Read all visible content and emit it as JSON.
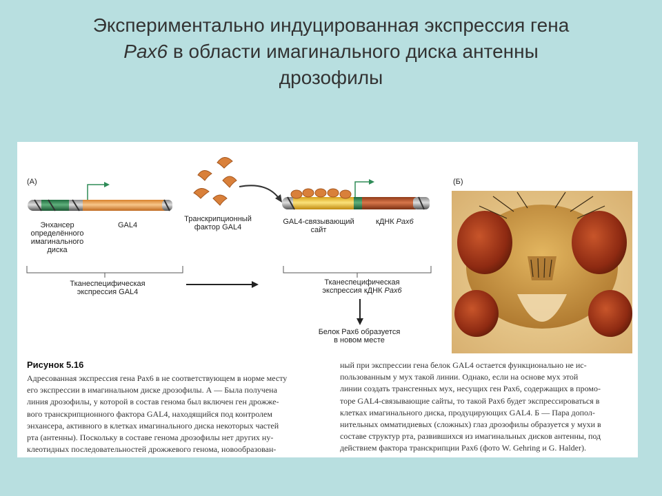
{
  "slide": {
    "title_line1": "Экспериментально индуцированная экспрессия гена",
    "title_line2_gene": "Pax6",
    "title_line2_rest": " в области имагинального диска антенны",
    "title_line3": "дрозофилы"
  },
  "figure": {
    "panel_a": "(А)",
    "panel_b": "(Б)",
    "enhancer_label_1": "Энхансер",
    "enhancer_label_2": "определённого",
    "enhancer_label_3": "имагинального",
    "enhancer_label_4": "диска",
    "gal4_label": "GAL4",
    "tf_label_1": "Транскрипционный",
    "tf_label_2": "фактор GAL4",
    "binding_site_1": "GAL4-связывающий",
    "binding_site_2": "сайт",
    "cdna_prefix": "кДНК ",
    "cdna_gene": "Pax6",
    "tissue_left_1": "Тканеспецифическая",
    "tissue_left_2": "экспрессия GAL4",
    "tissue_right_1": "Тканеспецифическая",
    "tissue_right_2_prefix": "экспрессия кДНК ",
    "tissue_right_2_gene": "Pax6",
    "protein_1": "Белок Pax6 образуется",
    "protein_2": "в новом месте"
  },
  "caption": {
    "heading": "Рисунок 5.16",
    "left_lines": [
      "Адресованная экспрессия гена Pax6 в не соответствующем в норме месту",
      "его экспрессии в имагинальном диске дрозофилы. А — Была получена",
      "линия дрозофилы, у которой в состав генома был включен ген дрожже-",
      "вого транскрипционного фактора GAL4, находящийся под контролем",
      "энхансера, активного в клетках имагинального диска некоторых частей",
      "рта (антенны). Поскольку в составе генома дрозофилы нет других ну-",
      "клеотидных последовательностей дрожжевого генома, новообразован-"
    ],
    "right_lines": [
      "ный при экспрессии гена белок GAL4 остается функционально не ис-",
      "пользованным у мух такой линии. Однако, если на основе мух этой",
      "линии создать трансгенных мух, несущих ген Pax6, содержащих в промо-",
      "торе GAL4-связывающие сайты, то такой Pax6 будет экспрессироваться в",
      "клетках имагинального диска, продуцирующих GAL4. Б — Пара допол-",
      "нительных омматидиевых (сложных) глаз дрозофилы образуется у мухи в",
      "составе структур рта, развившихся из имагинальных дисков антенны, под",
      "действием фактора транскрипции Pax6 (фото W. Gehring и G. Halder)."
    ]
  },
  "colors": {
    "background": "#b8dfe0",
    "enhancer": "#2e8b57",
    "gal4": "#f0a04a",
    "binding": "#f3c23a",
    "cdna": "#b5522c",
    "protein": "#d9803a"
  }
}
